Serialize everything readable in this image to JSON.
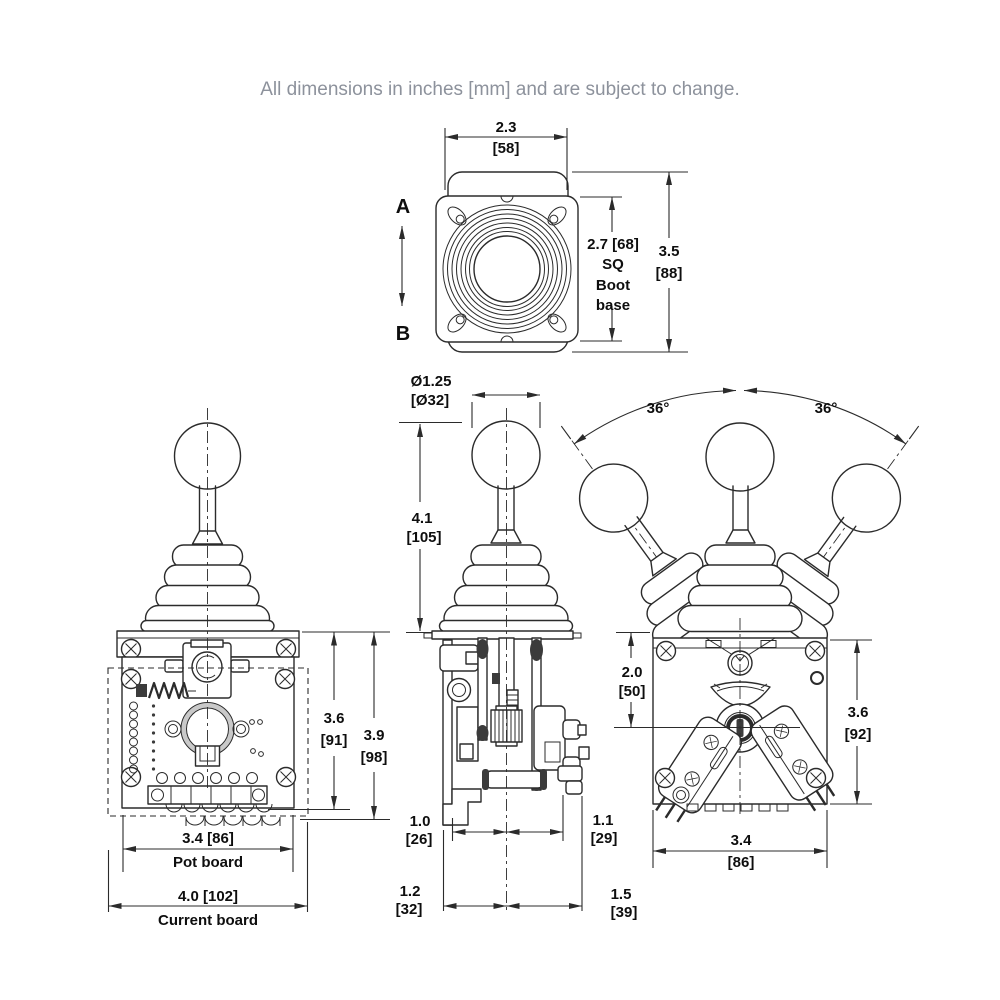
{
  "header": {
    "note": "All dimensions in inches [mm] and are subject to change."
  },
  "colors": {
    "line": "#2b2b2b",
    "dim_text": "#0e0e0e",
    "header_text": "#8d929c",
    "background": "#ffffff"
  },
  "top_view": {
    "width_in": "2.3",
    "width_mm": "[58]",
    "height_in": "3.5",
    "height_mm": "[88]",
    "boot_line1": "2.7 [68]",
    "boot_line2": "SQ",
    "boot_line3": "Boot",
    "boot_line4": "base",
    "label_a": "A",
    "label_b": "B"
  },
  "front_view": {
    "pot_height_in": "3.6",
    "pot_height_mm": "[91]",
    "overall_height_in": "3.9",
    "overall_height_mm": "[98]",
    "pot_width": "3.4 [86]",
    "pot_label": "Pot board",
    "current_width": "4.0 [102]",
    "current_label": "Current board"
  },
  "side_view": {
    "ball_dia_in": "Ø1.25",
    "ball_dia_mm": "[Ø32]",
    "stick_height_in": "4.1",
    "stick_height_mm": "[105]",
    "rear_depth_in": "1.0",
    "rear_depth_mm": "[26]",
    "front_depth_in": "1.1",
    "front_depth_mm": "[29]",
    "rear_overall_in": "1.2",
    "rear_overall_mm": "[32]",
    "front_overall_in": "1.5",
    "front_overall_mm": "[39]"
  },
  "rear_view": {
    "angle_left": "36°",
    "angle_right": "36°",
    "pivot_depth_in": "2.0",
    "pivot_depth_mm": "[50]",
    "height_in": "3.6",
    "height_mm": "[92]",
    "width_in": "3.4",
    "width_mm": "[86]"
  }
}
